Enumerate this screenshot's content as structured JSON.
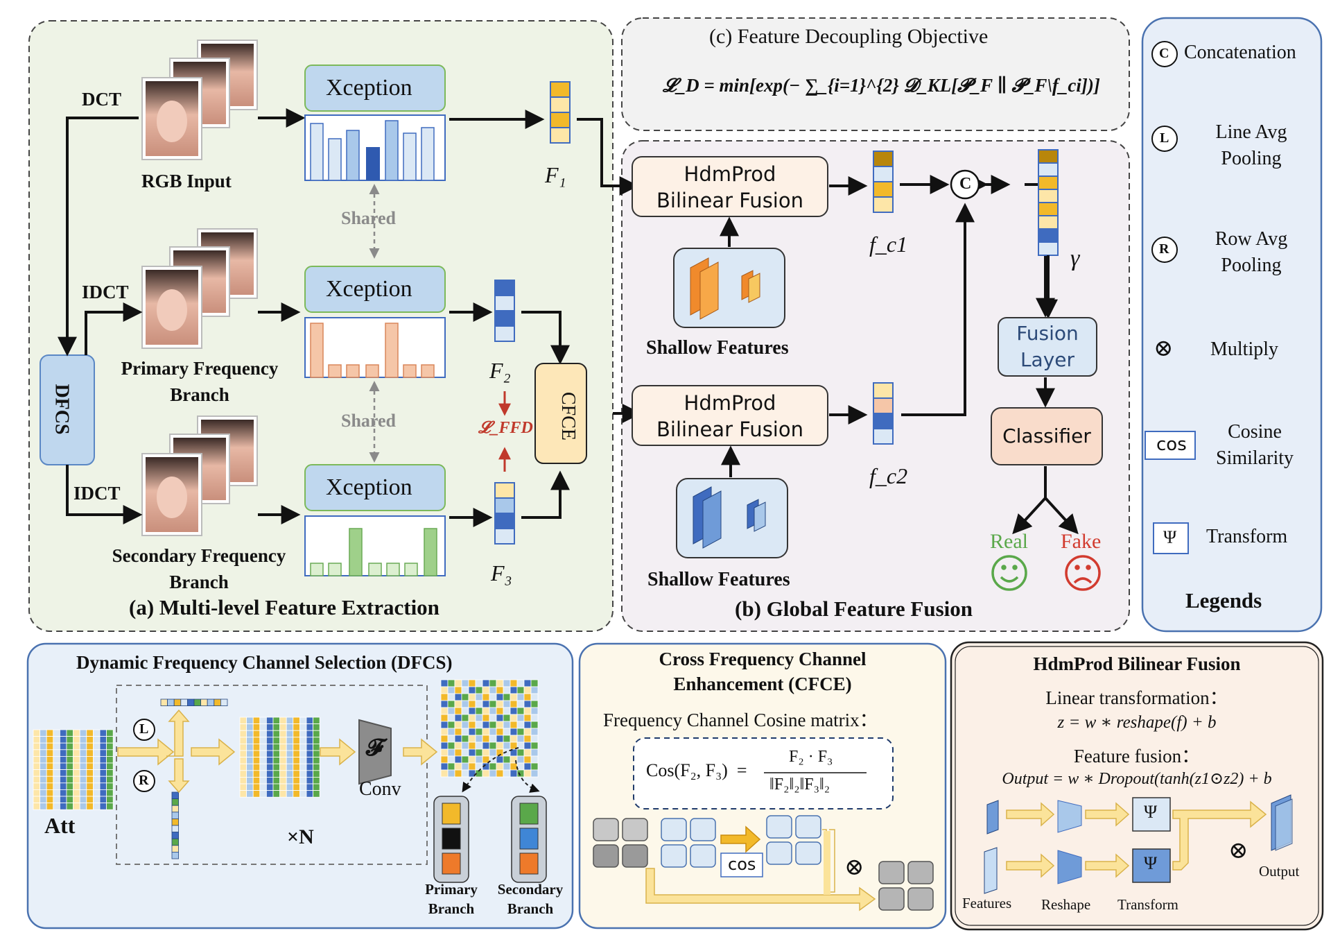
{
  "panels": {
    "a_title": "(a) Multi-level Feature Extraction",
    "b_title": "(b) Global Feature Fusion",
    "c_title": "(c) Feature Decoupling Objective",
    "c_formula": "𝓛_D = min[exp(− ∑_{i=1}^{2} 𝓓_KL[𝓟_F ∥ 𝓟_F\\f_ci])]",
    "legends_title": "Legends"
  },
  "extraction": {
    "dct": "DCT",
    "idct_primary": "IDCT",
    "idct_secondary": "IDCT",
    "rgb_input": "RGB Input",
    "primary_branch": [
      "Primary Frequency",
      "Branch"
    ],
    "secondary_branch": [
      "Secondary Frequency",
      "Branch"
    ],
    "dfcs": "DFCS",
    "xception": "Xception",
    "shared": "Shared",
    "f1": "F₁",
    "f2": "F₂",
    "f3": "F₃",
    "loss_ffd": "𝓛_FFD",
    "cfce": "CFCE"
  },
  "fusion": {
    "hdmprod": [
      "HdmProd",
      "Bilinear Fusion"
    ],
    "shallow_features": "Shallow Features",
    "fc1": "f_c1",
    "fc2": "f_c2",
    "concat_symbol": "C",
    "gamma": "γ",
    "fusion_layer": [
      "Fusion",
      "Layer"
    ],
    "classifier": "Classifier",
    "real": "Real",
    "fake": "Fake"
  },
  "legends": [
    {
      "symbol": "C",
      "label": [
        "Concatenation"
      ]
    },
    {
      "symbol": "L",
      "label": [
        "Line Avg",
        "Pooling"
      ]
    },
    {
      "symbol": "R",
      "label": [
        "Row Avg",
        "Pooling"
      ]
    },
    {
      "symbol": "⊗",
      "label": [
        "Multiply"
      ]
    },
    {
      "symbol": "cos",
      "label": [
        "Cosine",
        "Similarity"
      ]
    },
    {
      "symbol": "Ψ",
      "label": [
        "Transform"
      ]
    }
  ],
  "dfcs_panel": {
    "title": "Dynamic Frequency Channel Selection (DFCS)",
    "att": "Att",
    "l": "L",
    "r": "R",
    "conv_symbol": "𝓕",
    "conv": "Conv",
    "times_n": "×N",
    "primary_branch": [
      "Primary",
      "Branch"
    ],
    "secondary_branch": [
      "Secondary",
      "Branch"
    ]
  },
  "cfce_panel": {
    "title": [
      "Cross Frequency Channel",
      "Enhancement (CFCE)"
    ],
    "subtitle": "Frequency Channel Cosine matrix：",
    "formula_lhs": "Cos(F₂, F₃)  =",
    "formula_num": "F₂ · F₃",
    "formula_den": "‖F₂‖₂‖F₃‖₂",
    "cos": "cos",
    "multiply": "⊗"
  },
  "hdm_panel": {
    "title": "HdmProd Bilinear Fusion",
    "linear_title": "Linear transformation：",
    "linear_formula": "z = w ∗ reshape(f) + b",
    "fusion_title": "Feature fusion：",
    "fusion_formula": "Output = w ∗ Dropout(tanh(z1⊙z2) + b",
    "psi": "Ψ",
    "features": "Features",
    "reshape": "Reshape",
    "transform": "Transform",
    "output": "Output",
    "multiply": "⊗"
  },
  "colors": {
    "panel_a_bg": "#eef3e6",
    "panel_bc_bg": "#f2f2f2",
    "panel_b_bg": "#f3eff3",
    "legend_bg": "#e7eef8",
    "dfcs_bg": "#e8f0f9",
    "cfce_bg": "#fdf8ea",
    "hdm_bg": "#fbf0e7",
    "xception_fill": "#bfd7ee",
    "xception_border": "#7cb95a",
    "hdm_fill": "#fdf1e6",
    "cfce_fill": "#fde7b8",
    "fusion_fill": "#dbe8f5",
    "classifier_fill": "#f9dccb",
    "real": "#5aa84a",
    "fake": "#d23b2f",
    "gold": "#f2b92a",
    "blue": "#3f6bbf",
    "green": "#4f9a4a",
    "loss_red": "#c0392b"
  }
}
